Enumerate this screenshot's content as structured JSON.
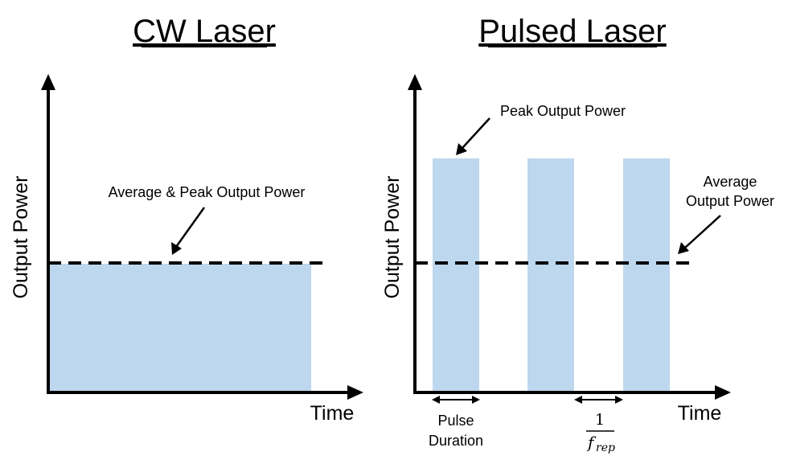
{
  "colors": {
    "fill": "#bdd7ee",
    "line": "#000000"
  },
  "cw_panel": {
    "title": "CW Laser",
    "y_label": "Output Power",
    "x_label": "Time",
    "annotation": "Average & Peak Output Power"
  },
  "pulsed_panel": {
    "title": "Pulsed Laser",
    "y_label": "Output Power",
    "x_label": "Time",
    "peak_annotation": "Peak Output Power",
    "average_annotation_line1": "Average",
    "average_annotation_line2": "Output Power",
    "pulse_duration_line1": "Pulse",
    "pulse_duration_line2": "Duration",
    "period_numerator": "1",
    "period_denominator_base": "f",
    "period_denominator_sub": "rep",
    "pulse_count": 3
  }
}
